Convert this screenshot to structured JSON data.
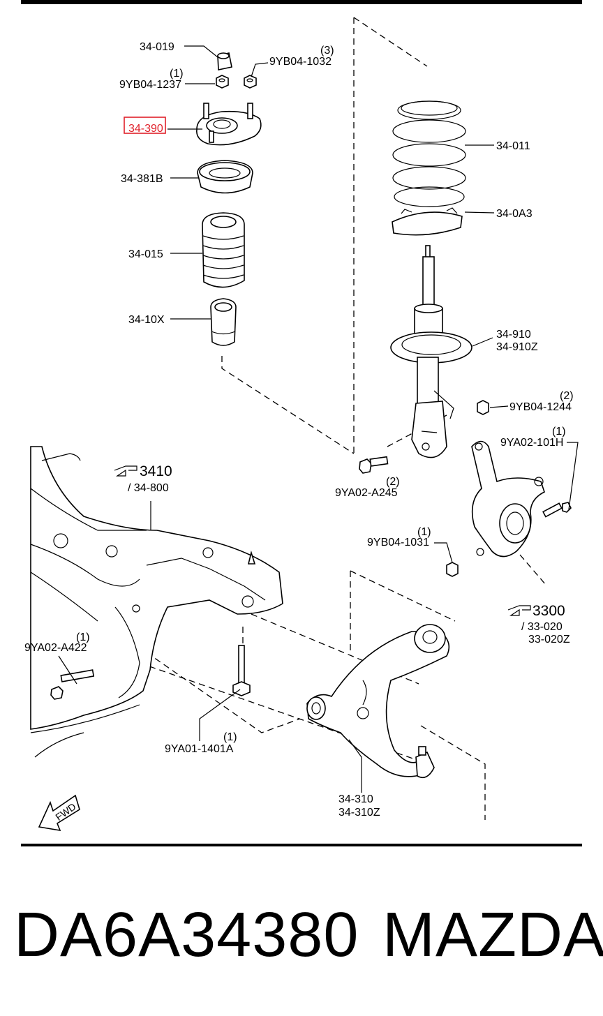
{
  "labels": {
    "p34_019": "34-019",
    "p9yb04_1237": "9YB04-1237",
    "p9yb04_1237_qty": "(1)",
    "p9yb04_1032": "9YB04-1032",
    "p9yb04_1032_qty": "(3)",
    "p34_390": "34-390",
    "p34_381b": "34-381B",
    "p34_015": "34-015",
    "p34_10x": "34-10X",
    "p34_011": "34-011",
    "p34_0a3": "34-0A3",
    "p34_910": "34-910",
    "p34_910z": "34-910Z",
    "p9yb04_1244": "9YB04-1244",
    "p9yb04_1244_qty": "(2)",
    "p9ya02_101h": "9YA02-101H",
    "p9ya02_101h_qty": "(1)",
    "p9ya02_a245": "9YA02-A245",
    "p9ya02_a245_qty": "(2)",
    "p9yb04_1031": "9YB04-1031",
    "p9yb04_1031_qty": "(1)",
    "p9ya02_a422": "9YA02-A422",
    "p9ya02_a422_qty": "(1)",
    "p9ya01_1401a": "9YA01-1401A",
    "p9ya01_1401a_qty": "(1)",
    "p34_310": "34-310",
    "p34_310z": "34-310Z"
  },
  "refs": {
    "ref_3410": "3410",
    "ref_3410_sub": "/ 34-800",
    "ref_3300": "3300",
    "ref_3300_sub1": "/ 33-020",
    "ref_3300_sub2": "33-020Z"
  },
  "fwd": "FWD",
  "highlight_color": "#e0202a",
  "footer": {
    "part_number": "DA6A34380",
    "brand": "MAZDA"
  }
}
